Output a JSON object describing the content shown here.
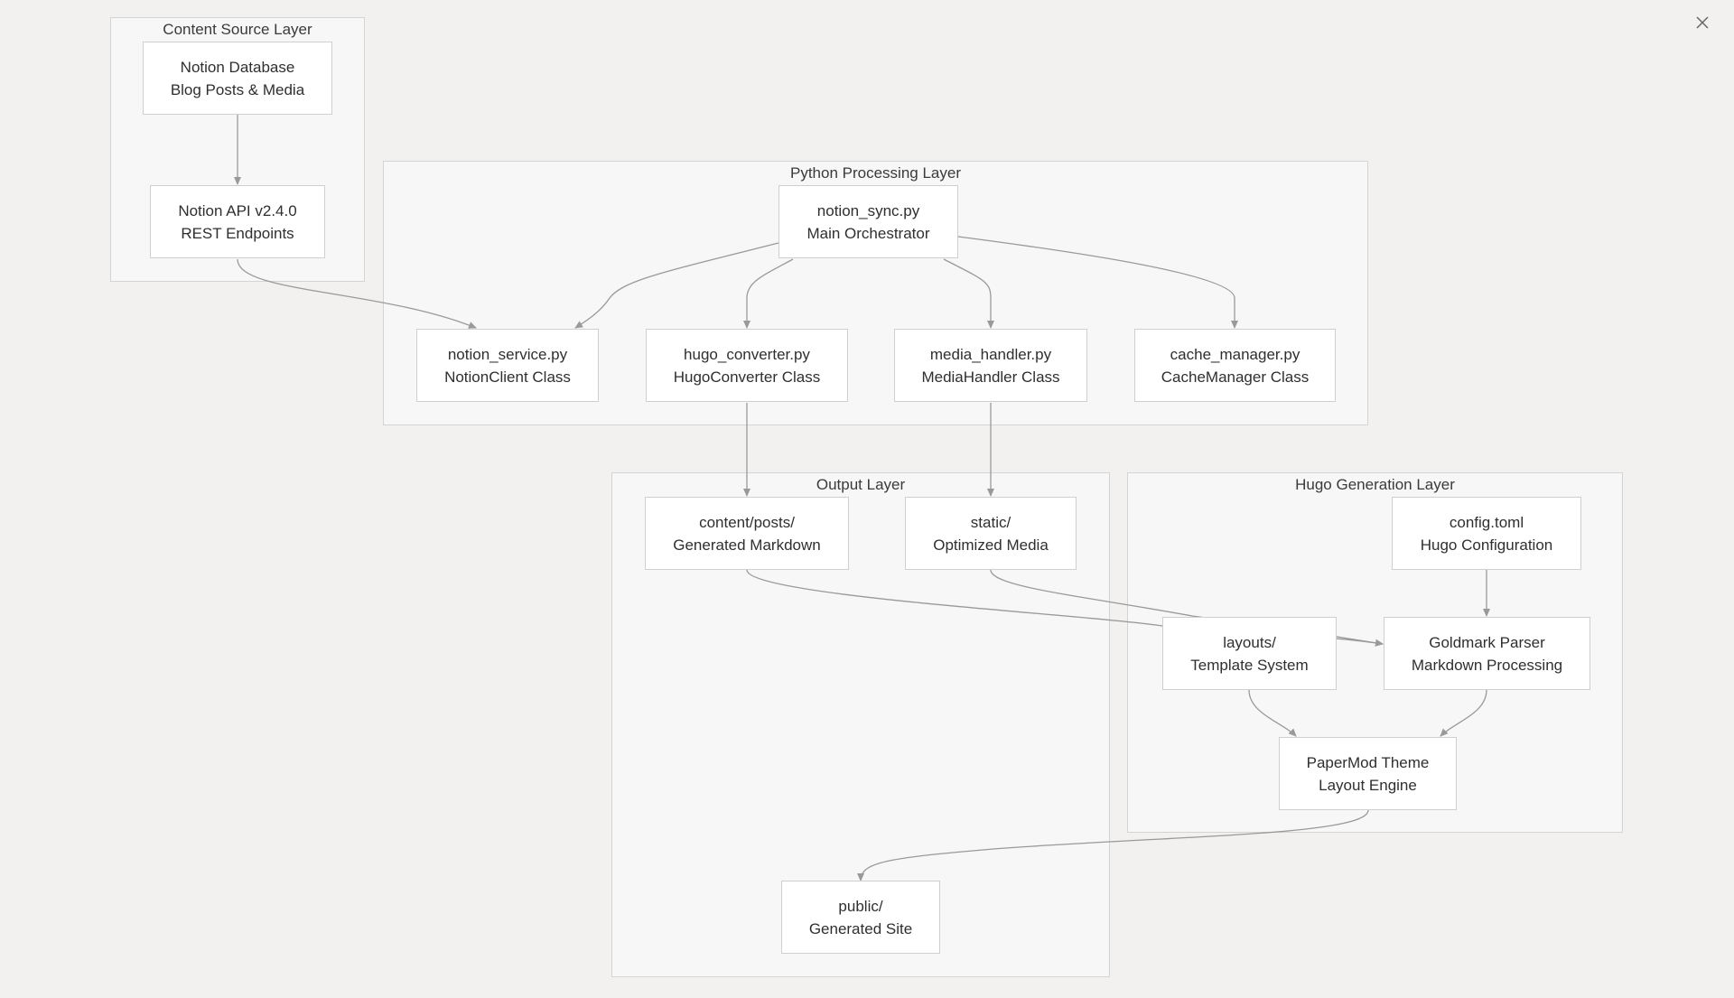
{
  "layers": {
    "content_source": "Content Source Layer",
    "python_processing": "Python Processing Layer",
    "output": "Output Layer",
    "hugo_generation": "Hugo Generation Layer"
  },
  "nodes": {
    "notion_db": {
      "line1": "Notion Database",
      "line2": "Blog Posts & Media"
    },
    "notion_api": {
      "line1": "Notion API v2.4.0",
      "line2": "REST Endpoints"
    },
    "notion_sync": {
      "line1": "notion_sync.py",
      "line2": "Main Orchestrator"
    },
    "notion_service": {
      "line1": "notion_service.py",
      "line2": "NotionClient Class"
    },
    "hugo_converter": {
      "line1": "hugo_converter.py",
      "line2": "HugoConverter Class"
    },
    "media_handler": {
      "line1": "media_handler.py",
      "line2": "MediaHandler Class"
    },
    "cache_manager": {
      "line1": "cache_manager.py",
      "line2": "CacheManager Class"
    },
    "content_posts": {
      "line1": "content/posts/",
      "line2": "Generated Markdown"
    },
    "static": {
      "line1": "static/",
      "line2": "Optimized Media"
    },
    "config": {
      "line1": "config.toml",
      "line2": "Hugo Configuration"
    },
    "layouts": {
      "line1": "layouts/",
      "line2": "Template System"
    },
    "goldmark": {
      "line1": "Goldmark Parser",
      "line2": "Markdown Processing"
    },
    "papermod": {
      "line1": "PaperMod Theme",
      "line2": "Layout Engine"
    },
    "public": {
      "line1": "public/",
      "line2": "Generated Site"
    }
  },
  "edges": [
    {
      "from": "notion_db",
      "to": "notion_api"
    },
    {
      "from": "notion_api",
      "to": "notion_service"
    },
    {
      "from": "notion_sync",
      "to": "notion_service"
    },
    {
      "from": "notion_sync",
      "to": "hugo_converter"
    },
    {
      "from": "notion_sync",
      "to": "media_handler"
    },
    {
      "from": "notion_sync",
      "to": "cache_manager"
    },
    {
      "from": "hugo_converter",
      "to": "content_posts"
    },
    {
      "from": "media_handler",
      "to": "static"
    },
    {
      "from": "content_posts",
      "to": "goldmark"
    },
    {
      "from": "static",
      "to": "goldmark"
    },
    {
      "from": "config",
      "to": "goldmark"
    },
    {
      "from": "layouts",
      "to": "papermod"
    },
    {
      "from": "goldmark",
      "to": "papermod"
    },
    {
      "from": "papermod",
      "to": "public"
    }
  ],
  "toolbar": {
    "close_icon": "close-icon"
  },
  "colors": {
    "background": "#f2f1f0",
    "layer_fill": "#f7f7f7",
    "edge": "#999999",
    "node_fill": "#ffffff"
  }
}
